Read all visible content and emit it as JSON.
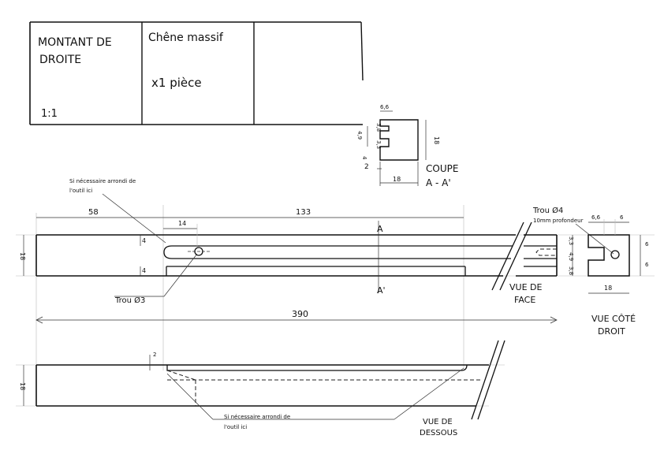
{
  "title_block": {
    "part_name_line1": "MONTANT  DE",
    "part_name_line2": "DROITE",
    "scale": "1:1",
    "material": "Chêne massif",
    "quantity": "x1 pièce"
  },
  "section": {
    "title_line1": "COUPE",
    "title_line2": "A - A'",
    "dims": [
      "6,6",
      "4,9",
      "3,8",
      "3,3",
      "4",
      "18",
      "2",
      "18"
    ]
  },
  "front_view": {
    "note_line1": "Si nécessaire arrondi de",
    "note_line2": "l'outil ici",
    "dim_58": "58",
    "dim_133": "133",
    "dim_14": "14",
    "dim_390": "390",
    "dim_height": "18",
    "dim_4a": "4",
    "dim_4b": "4",
    "section_A": "A",
    "section_A2": "A'",
    "hole_label": "Trou Ø3",
    "hole4_line1": "Trou Ø4",
    "hole4_line2": "10mm profondeur",
    "dim_33": "3,3",
    "dim_49": "4,9",
    "dim_38": "3,8",
    "view_line1": "VUE DE",
    "view_line2": "FACE"
  },
  "side_view": {
    "dim_66": "6,6",
    "dim_6": "6",
    "dim_6b": "6",
    "dim_6c": "6",
    "dim_18": "18",
    "title_line1": "VUE CÔTÉ",
    "title_line2": "DROIT"
  },
  "bottom_view": {
    "dim_2": "2",
    "dim_height": "18",
    "note_line1": "Si nécessaire arrondi de",
    "note_line2": "l'outil ici",
    "view_line1": "VUE DE",
    "view_line2": "DESSOUS"
  }
}
